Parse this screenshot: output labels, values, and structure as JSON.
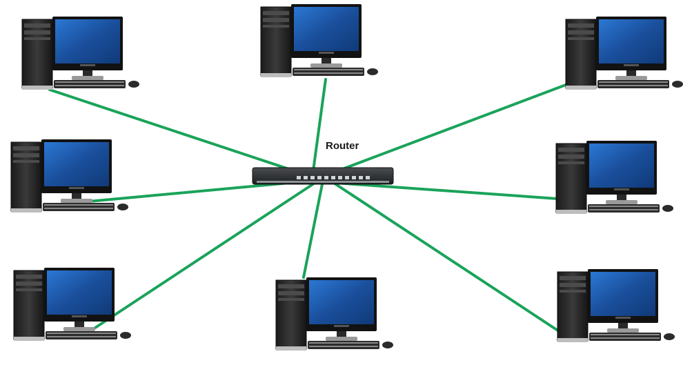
{
  "diagram": {
    "router": {
      "label": "Router"
    },
    "link_color": "#1aa35a",
    "screen_color": "#1f5fb3",
    "computers": [
      {
        "id": "computer-top-left"
      },
      {
        "id": "computer-top-center"
      },
      {
        "id": "computer-top-right"
      },
      {
        "id": "computer-middle-left"
      },
      {
        "id": "computer-middle-right"
      },
      {
        "id": "computer-bottom-left"
      },
      {
        "id": "computer-bottom-center"
      },
      {
        "id": "computer-bottom-right"
      }
    ]
  }
}
